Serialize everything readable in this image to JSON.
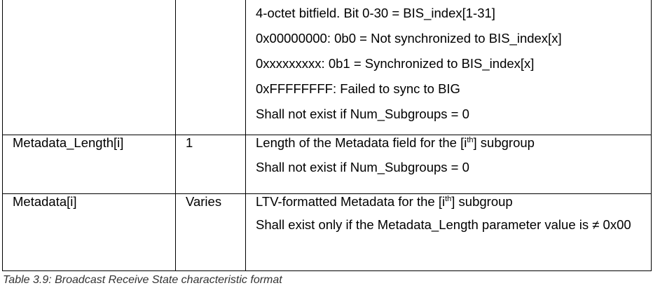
{
  "table": {
    "rows": [
      {
        "name": "",
        "size": "",
        "description": [
          "4-octet bitfield. Bit 0-30 = BIS_index[1-31]",
          "0x00000000: 0b0 = Not synchronized to BIS_index[x]",
          "0xxxxxxxxx: 0b1 = Synchronized to BIS_index[x]",
          "0xFFFFFFFF: Failed to sync to BIG",
          "Shall not exist if Num_Subgroups = 0"
        ]
      },
      {
        "name": "Metadata_Length[i]",
        "size": "1",
        "description": [
          {
            "before": "Length of the Metadata field for the [i",
            "sup": "th",
            "after": "] subgroup"
          },
          "Shall not exist if Num_Subgroups = 0"
        ]
      },
      {
        "name": "Metadata[i]",
        "size": "Varies",
        "description": [
          {
            "before": "LTV-formatted Metadata for the [i",
            "sup": "th",
            "after": "] subgroup"
          },
          "Shall exist only if the Metadata_Length parameter value is ≠ 0x00"
        ]
      }
    ]
  },
  "caption": "Table 3.9: Broadcast Receive State characteristic format"
}
